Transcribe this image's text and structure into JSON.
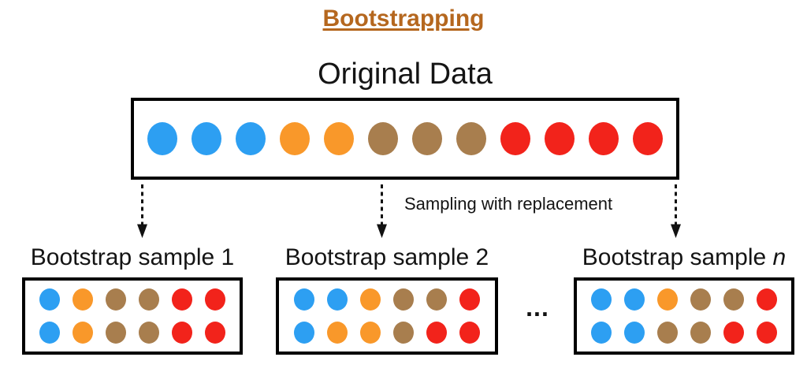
{
  "title": "Bootstrapping",
  "original": {
    "label": "Original Data",
    "dots": [
      "blue",
      "blue",
      "blue",
      "orange",
      "orange",
      "brown",
      "brown",
      "brown",
      "red",
      "red",
      "red",
      "red"
    ]
  },
  "sampling_label": "Sampling with replacement",
  "ellipsis": "...",
  "samples": [
    {
      "label_prefix": "Bootstrap sample",
      "label_suffix": "1",
      "rows": [
        [
          "blue",
          "orange",
          "brown",
          "brown",
          "red",
          "red"
        ],
        [
          "blue",
          "orange",
          "brown",
          "brown",
          "red",
          "red"
        ]
      ]
    },
    {
      "label_prefix": "Bootstrap sample",
      "label_suffix": "2",
      "rows": [
        [
          "blue",
          "blue",
          "orange",
          "brown",
          "brown",
          "red"
        ],
        [
          "blue",
          "orange",
          "orange",
          "brown",
          "red",
          "red"
        ]
      ]
    },
    {
      "label_prefix": "Bootstrap sample",
      "label_suffix": "n",
      "rows": [
        [
          "blue",
          "blue",
          "orange",
          "brown",
          "brown",
          "red"
        ],
        [
          "blue",
          "blue",
          "brown",
          "brown",
          "red",
          "red"
        ]
      ]
    }
  ],
  "colors": {
    "blue": "#2D9FF2",
    "orange": "#F9982A",
    "brown": "#A87E4E",
    "red": "#F2231B",
    "title_brown": "#B5671E"
  }
}
